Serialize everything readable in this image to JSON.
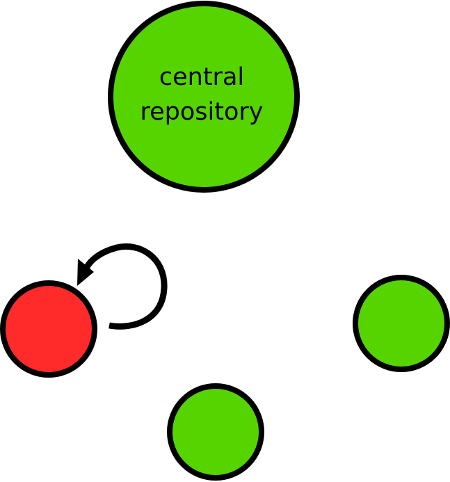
{
  "central_repository": {
    "label_line1": "central",
    "label_line2": "repository",
    "fill_color": "#56d400"
  },
  "nodes": [
    {
      "id": "local-node-left",
      "fill_color": "#ff2a2a",
      "has_self_loop_arrow": true
    },
    {
      "id": "local-node-right",
      "fill_color": "#56d400",
      "has_self_loop_arrow": false
    },
    {
      "id": "local-node-bottom",
      "fill_color": "#56d400",
      "has_self_loop_arrow": false
    }
  ],
  "colors": {
    "stroke": "#000000",
    "green": "#56d400",
    "red": "#ff2a2a"
  },
  "icons": {
    "self_loop": "circular-arrow-icon"
  }
}
